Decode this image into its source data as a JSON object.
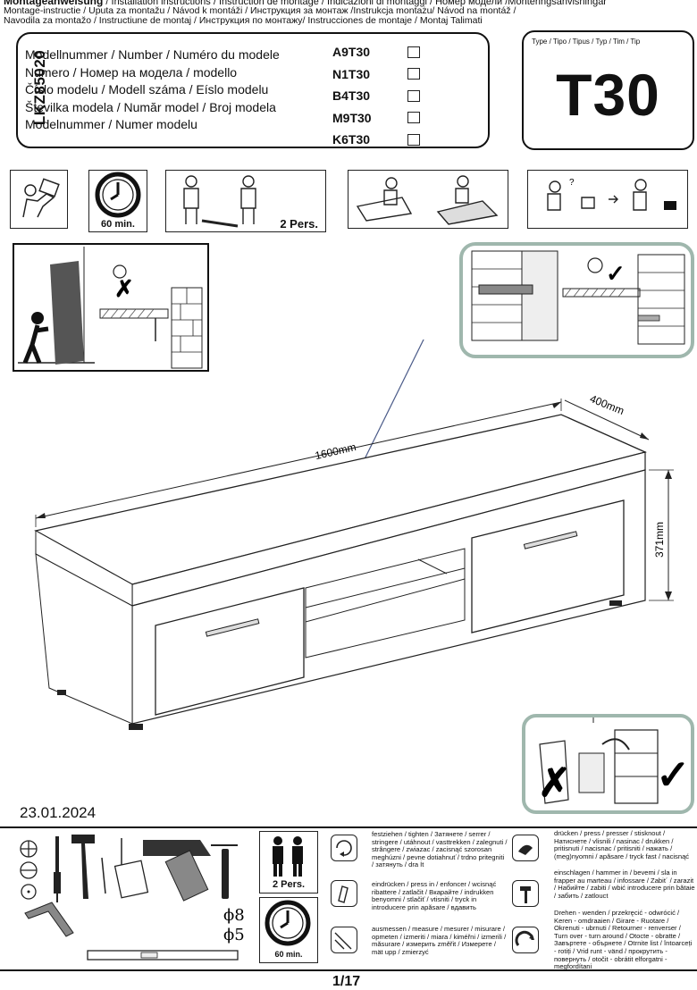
{
  "header": {
    "title_bold": "Montageanweisung",
    "line1_rest": " / Installation instructions / Instruction de montage / Indicazioni di montaggi / Номер модели /Monteringsanvisningar",
    "line2": "Montage-instructie / Uputa za montažu / Návod k montáži / Инструкция за монтаж /Instrukcja montażu/ Návod na montáž /",
    "line3": "Navodila za montažo / Instructiune de montaj / Инструкция по монтажу/ Instrucciones de montaje / Montaj Talimati"
  },
  "sidebar_code": "LKZ85020",
  "model_labels": [
    "Modellnummer / Number / Numéro du modele",
    "Numero /  Номер на модела / modello",
    "Číslo modelu / Modell száma / Eíslo modelu",
    "Številka modela / Număr model / Broj modela",
    "Modelnummer / Numer modelu"
  ],
  "model_codes": [
    "A9T30",
    "N1T30",
    "B4T30",
    "M9T30",
    "K6T30"
  ],
  "type_label": "Type / Tipo / Tipus / Typ / Tim  / Tip",
  "type_code": "T30",
  "steps": {
    "time_label": "60 min.",
    "persons_label": "2 Pers."
  },
  "dimensions": {
    "width": "1600mm",
    "depth": "400mm",
    "height": "371mm"
  },
  "date": "23.01.2024",
  "tools": {
    "persons_label": "2 Pers.",
    "time_label": "60 min.",
    "drill_sizes": [
      "ϕ8",
      "ϕ5"
    ]
  },
  "legend": {
    "tighten": "festziehen / tighten / Затянете / serrer / stringere / utáhnout / vasttrekken / zalegnuti / strângere / zwiazac / zacisnąć szorosan meghúzni / pevne dotiahnut´/ trdno pritegniti / затянуть / drа İt",
    "press_in": "eindrücken / press in / enfoncer / wcisnąć ribattere / zatlačit / Вкарайте / indrukken benyomni / stlačiť / vtisniti / tryck in introducere prin apăsare / вдавить",
    "measure": "ausmessen / measure / mesurer / misurare / opmeten / izmeriti / miara / kiméřni / izmerili / măsurare / измерить změřit / Измерете / mät upp / zmierzyć",
    "press": "drücken / press / presser / stisknout / Натиснете / vlisnili / nasinac / drukken / pritisnuti / nacisnac / pritisniti / нажать / (meg)nyomni / apăsare / tryck fast / nacisnąć",
    "hammer": "einschlagen / hammer in / bevemi / sla in frapper au marteau / infossare / Zabit´ / zarazit / Набийте / zabiti / wbić introducere prin bătaie / забить / zatlouct",
    "turn": "Drehen - wenden / przekręcić - odwrócić / Keren - omdraaien / Girare - Ruotare / Okrenuti - ubrnuti / Retourner - renverser / Turn over - turn around / Otocte - obratte / Завъртете - обърнете / Otrnite list / întoarceți - rotiți / Vrid runt - vänd / прокрутить - повернуть / otočit - obrátit elforgatni - megfordítani"
  },
  "page_number": "1/17"
}
